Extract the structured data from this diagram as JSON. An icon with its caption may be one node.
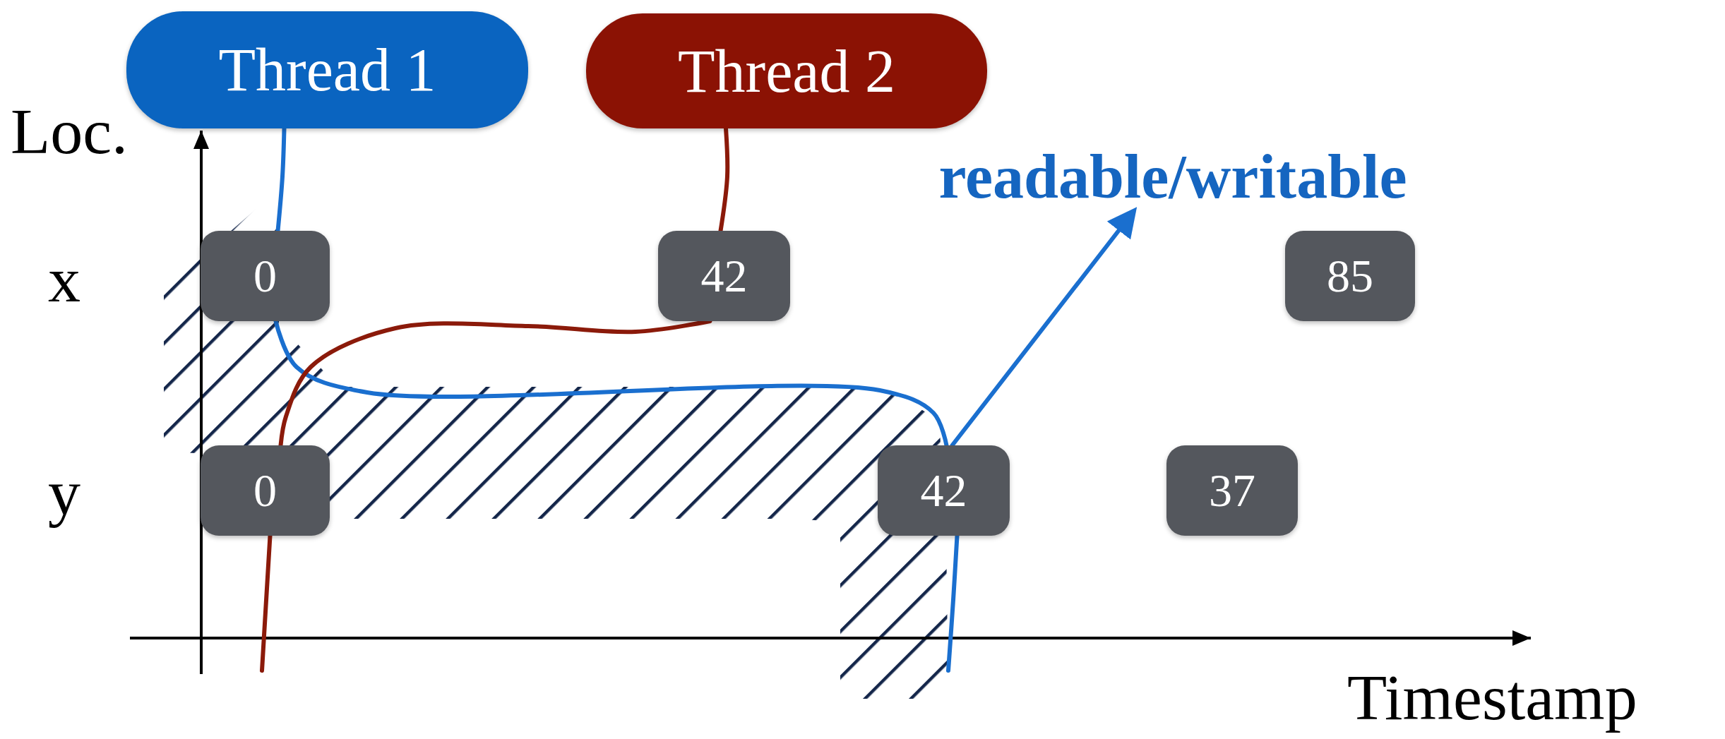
{
  "diagram": {
    "nodes": [
      {
        "text": [
          "Thread 1"
        ]
      },
      {
        "text": [
          "Thread 2"
        ]
      },
      {
        "text": [
          "readable/writable"
        ]
      },
      {
        "text": [
          "0"
        ]
      },
      {
        "text": [
          "42"
        ]
      },
      {
        "text": [
          "85"
        ]
      },
      {
        "text": [
          "0"
        ]
      },
      {
        "text": [
          "42"
        ]
      },
      {
        "text": [
          "37"
        ]
      }
    ],
    "edges": [
      {
        "from": 0,
        "to": 3,
        "arrow": "none"
      },
      {
        "from": 3,
        "to": 7,
        "arrow": "none"
      },
      {
        "from": 7,
        "to": null,
        "arrow": "none"
      },
      {
        "from": 1,
        "to": 4,
        "arrow": "none",
        "color": "#8b1a0a"
      },
      {
        "from": 4,
        "to": 6,
        "arrow": "none",
        "color": "#8b1a0a"
      },
      {
        "from": 6,
        "to": null,
        "arrow": "none",
        "color": "#8b1a0a"
      },
      {
        "from": 7,
        "to": 2,
        "arrow": "to"
      }
    ],
    "labels": [
      "Loc.",
      "x",
      "y",
      "Timestamp"
    ]
  }
}
